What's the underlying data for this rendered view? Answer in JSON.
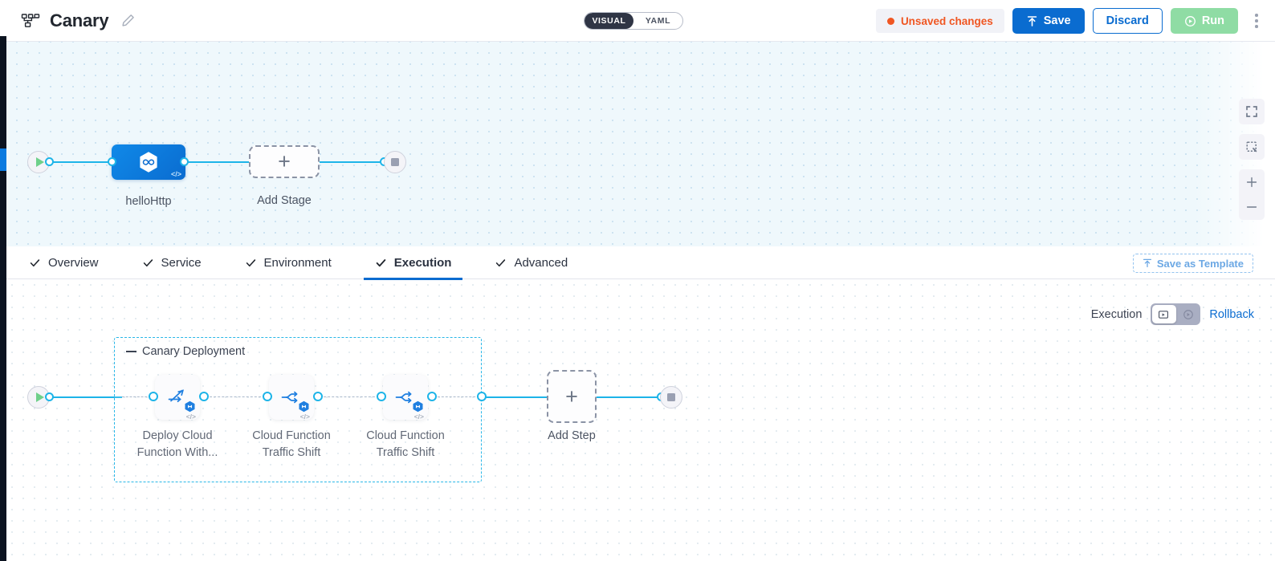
{
  "header": {
    "pipeline_icon": "pipeline-icon",
    "title": "Canary",
    "edit_icon": "pencil-icon",
    "view_toggle": [
      {
        "label": "VISUAL",
        "active": true
      },
      {
        "label": "YAML",
        "active": false
      }
    ],
    "unsaved_label": "Unsaved changes",
    "unsaved_color": "#f05622",
    "save_label": "Save",
    "save_icon": "upload-icon",
    "discard_label": "Discard",
    "run_label": "Run",
    "run_icon": "play-circle-icon",
    "menu_icon": "kebab-menu-icon"
  },
  "top_canvas": {
    "background_color": "#eff8fc",
    "start_node": {
      "name": "start-terminal",
      "icon": "play-icon"
    },
    "end_node": {
      "name": "end-terminal",
      "icon": "stop-icon"
    },
    "stages": [
      {
        "label": "helloHttp",
        "icon": "harness-hex-icon",
        "code_mark": "</>",
        "color": "#0a6cd0"
      }
    ],
    "add_stage_label": "Add Stage",
    "controls": [
      {
        "name": "fullscreen-icon",
        "label": ""
      },
      {
        "name": "zoom-to-fit-icon",
        "label": ""
      },
      {
        "name": "zoom-in-icon",
        "label": "+"
      },
      {
        "name": "zoom-out-icon",
        "label": "−"
      }
    ]
  },
  "tabs": [
    {
      "label": "Overview",
      "checked": true,
      "active": false
    },
    {
      "label": "Service",
      "checked": true,
      "active": false
    },
    {
      "label": "Environment",
      "checked": true,
      "active": false
    },
    {
      "label": "Execution",
      "checked": true,
      "active": true
    },
    {
      "label": "Advanced",
      "checked": true,
      "active": false
    }
  ],
  "save_as_template_label": "Save as Template",
  "execution": {
    "switch_label": "Execution",
    "toggle_icons": [
      "execution-play-box-icon",
      "rollback-play-circle-icon"
    ],
    "toggle_selected_index": 0,
    "rollback_label": "Rollback",
    "group_title": "Canary Deployment",
    "steps": [
      {
        "label_line1": "Deploy Cloud",
        "label_line2": "Function With...",
        "icon": "deploy-cloud-function-icon",
        "badge": "harness-hex-badge",
        "code_mark": "</>"
      },
      {
        "label_line1": "Cloud Function",
        "label_line2": "Traffic Shift",
        "icon": "traffic-shift-icon",
        "badge": "harness-hex-badge",
        "code_mark": "</>"
      },
      {
        "label_line1": "Cloud Function",
        "label_line2": "Traffic Shift",
        "icon": "traffic-shift-icon",
        "badge": "harness-hex-badge",
        "code_mark": "</>"
      }
    ],
    "add_step_label": "Add Step",
    "start_node": {
      "name": "start-terminal",
      "icon": "play-icon"
    },
    "end_node": {
      "name": "end-terminal",
      "icon": "stop-icon"
    }
  }
}
